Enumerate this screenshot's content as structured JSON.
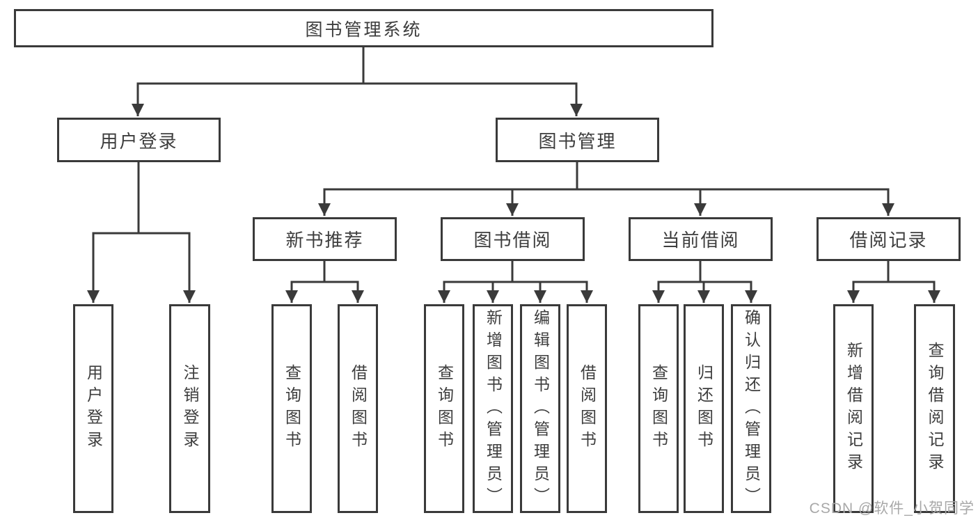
{
  "tree": {
    "root": "图书管理系统",
    "children": [
      {
        "label": "用户登录",
        "children": [
          "用户登录",
          "注销登录"
        ]
      },
      {
        "label": "图书管理",
        "children": [
          {
            "label": "新书推荐",
            "children": [
              "查询图书",
              "借阅图书"
            ]
          },
          {
            "label": "图书借阅",
            "children": [
              "查询图书",
              "新增图书（管理员）",
              "编辑图书（管理员）",
              "借阅图书"
            ]
          },
          {
            "label": "当前借阅",
            "children": [
              "查询图书",
              "归还图书",
              "确认归还（管理员）"
            ]
          },
          {
            "label": "借阅记录",
            "children": [
              "新增借阅记录",
              "查询借阅记录"
            ]
          }
        ]
      }
    ]
  },
  "watermark": "CSDN @软件_小贺同学",
  "colors": {
    "line": "#3a3a3a",
    "text": "#3d3d3d",
    "background": "#ffffff",
    "watermark": "#a8a8a8"
  }
}
